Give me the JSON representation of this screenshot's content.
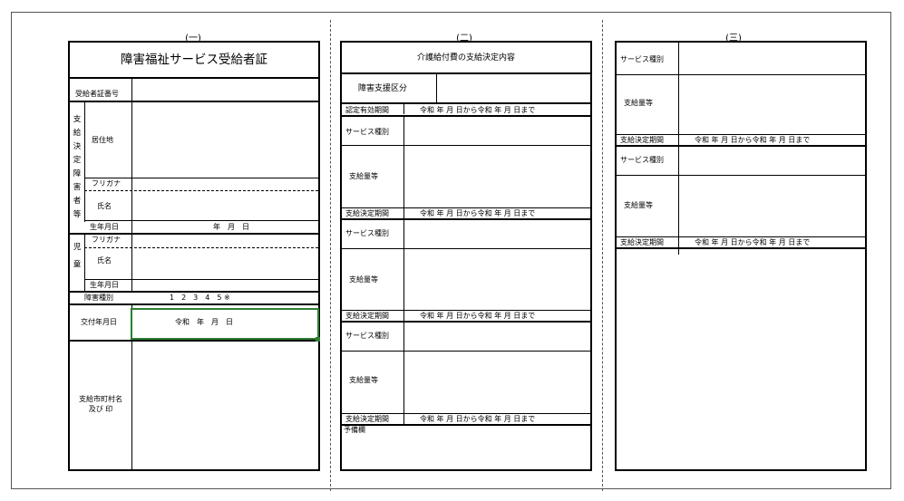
{
  "sections": {
    "one": "(一)",
    "two": "(二)",
    "three": "(三)"
  },
  "card1": {
    "title": "障害福祉サービス受給者証",
    "recipient_number": "受給者証番号",
    "side_label": [
      "支",
      "給",
      "決",
      "定",
      "障",
      "害",
      "者",
      "等"
    ],
    "address": "居住地",
    "furigana": "フリガナ",
    "name": "氏名",
    "birthdate": "生年月日",
    "birthdate_value": "年　月　日",
    "child_label": [
      "児",
      "童"
    ],
    "child_furigana": "フリガナ",
    "child_name": "氏名",
    "child_birthdate": "生年月日",
    "disability_type": "障害種別",
    "disability_values": "1　2　3　4　5 ※",
    "issue_date": "交付年月日",
    "issue_date_value": "令和　年　月　日",
    "municipality": "支給市町村名",
    "municipality_seal": "及び 印"
  },
  "card2": {
    "title": "介護給付費の支給決定内容",
    "support_level": "障害支援区分",
    "cert_period": "認定有効期間",
    "period_value": "令和 年 月 日から令和 年 月 日まで",
    "service_type": "サービス種別",
    "payment_amount": "支給量等",
    "decision_period": "支給決定期間",
    "notes": "予備欄"
  },
  "card3": {
    "service_type": "サービス種別",
    "payment_amount": "支給量等",
    "decision_period": "支給決定期間",
    "period_value": "令和 年 月 日から令和 年 月 日まで"
  }
}
